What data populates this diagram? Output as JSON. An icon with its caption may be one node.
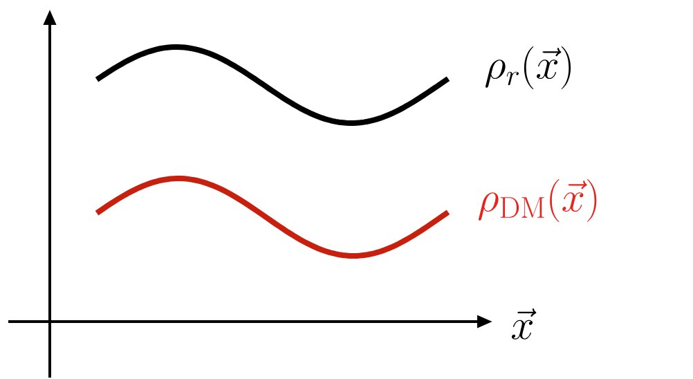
{
  "diagram": {
    "labels": [
      "\\rho_r(\\vec{x})",
      "\\rho_{\\mathrm{DM}}(\\vec{x})",
      "\\vec{x}"
    ]
  }
}
